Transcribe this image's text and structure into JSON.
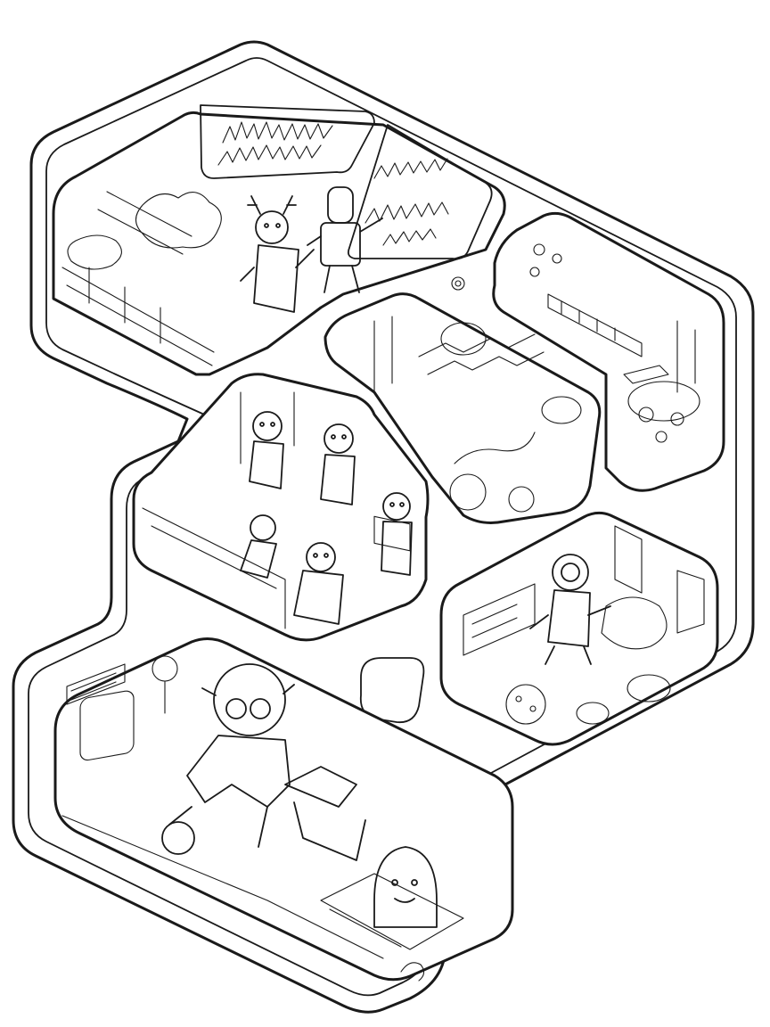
{
  "page": {
    "background": "#ffffff",
    "ink": "#1a1a1a"
  },
  "scene": {
    "kind": "line-art coloring page",
    "modules": [
      {
        "name": "greenhouse-module",
        "figures": 2
      },
      {
        "name": "crew-lounge-module",
        "figures": 5
      },
      {
        "name": "control-room-module",
        "figures": 1
      },
      {
        "name": "galley-module",
        "figures": 0
      },
      {
        "name": "cockpit-module",
        "figures": 1
      },
      {
        "name": "sleeping-pod-module",
        "figures": 2
      }
    ]
  }
}
